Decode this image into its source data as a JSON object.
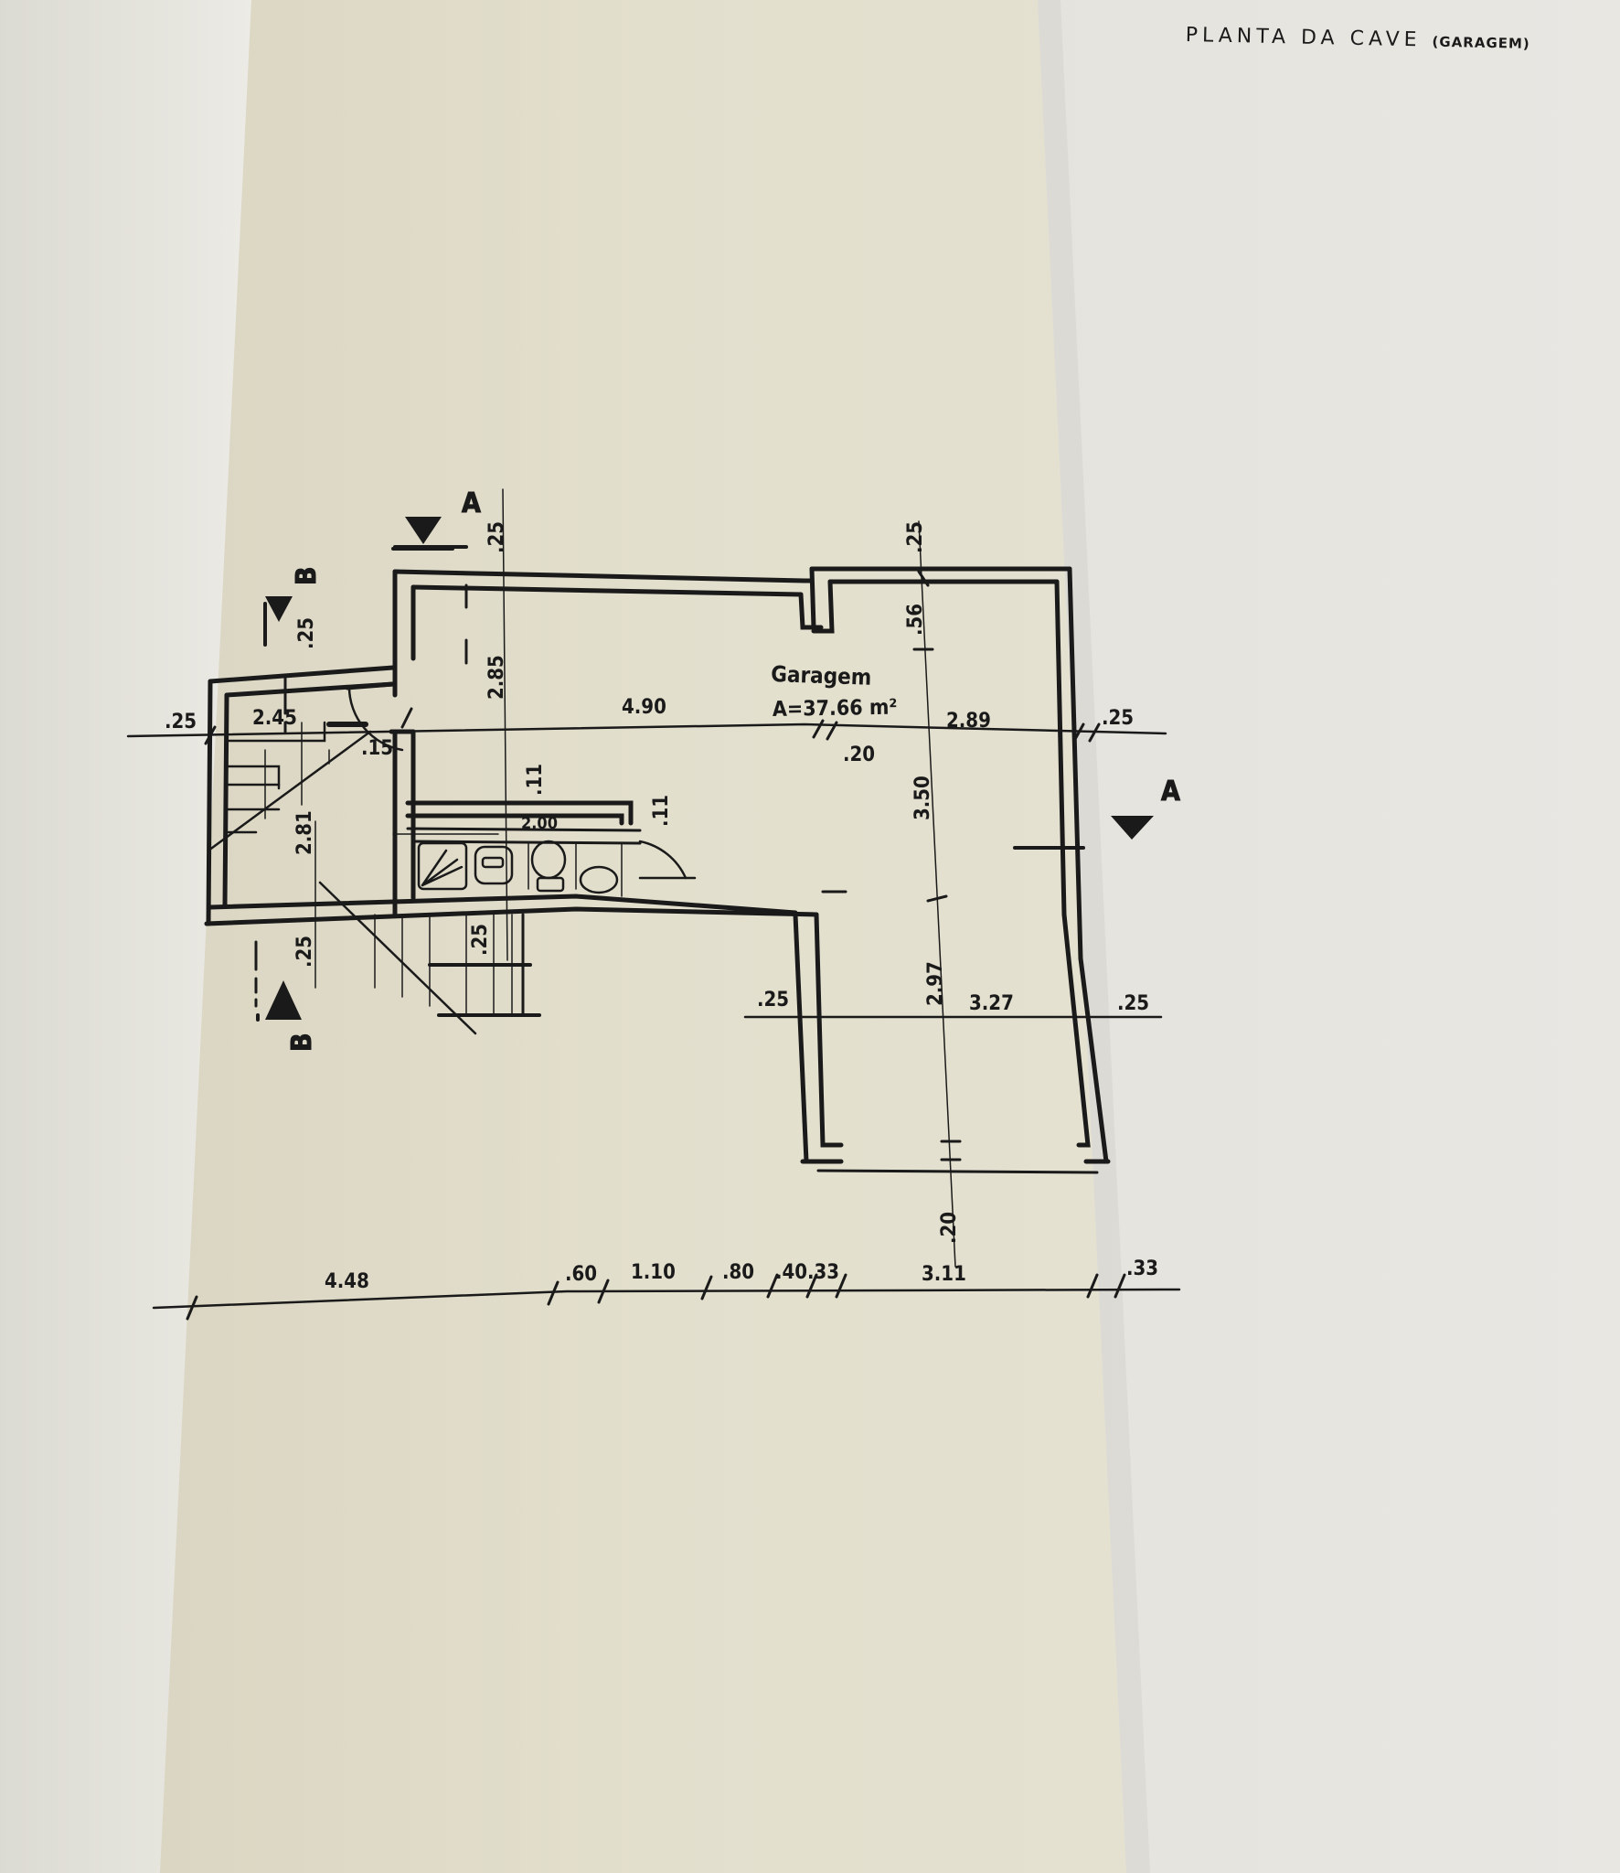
{
  "title": {
    "main": "PLANTA DA CAVE",
    "sub": "(GARAGEM)"
  },
  "room": {
    "name": "Garagem",
    "area": "A=37.66 m²"
  },
  "section_markers": {
    "a_top": "A",
    "a_right": "A",
    "b_top": "B",
    "b_bottom": "B"
  },
  "dimensions": {
    "horizontal_upper": {
      "left_wall": ".25",
      "stair": "2.45",
      "main_span": "4.90",
      "partition": ".20",
      "right_span": "2.89",
      "right_wall": ".25",
      "door": ".15"
    },
    "horizontal_lower": {
      "left_wall": ".25",
      "span": "3.27",
      "right_wall": ".25"
    },
    "vertical": {
      "top_wall_left": ".25",
      "top_wall_right": ".25",
      "left_depth": "2.85",
      "notch": ".56",
      "mid_depth": "3.50",
      "lower_depth": "2.97",
      "bottom_wall": ".20",
      "stair_length": "2.81",
      "stair_top_wall": ".25",
      "stair_bottom_wall": ".25",
      "bath_wall": ".11",
      "bath_wall_right": ".11",
      "bath_width": "2.00",
      "lower_stair": ".25"
    },
    "bottom_chain": [
      "4.48",
      ".60",
      "1.10",
      ".80",
      ".40",
      ".33",
      "3.11",
      ".33"
    ]
  },
  "colors": {
    "ink": "#1a1a1a",
    "strip": "#e3dfcd",
    "paper": "#e4e3dc"
  }
}
